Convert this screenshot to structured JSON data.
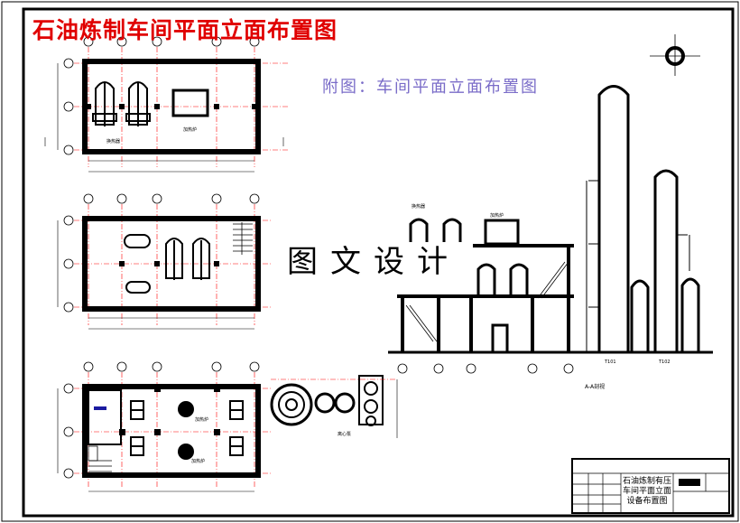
{
  "drawing": {
    "title": "石油炼制车间平面立面布置图",
    "subtitle": "附图：车间平面立面布置图",
    "watermark": "图文设计",
    "title_block_title": "石油炼制有压车间平面立面设备布置图",
    "section_label": "A-A剖视"
  },
  "colors": {
    "title": "#e00000",
    "subtitle": "#7a6cc8",
    "lines": "#000000",
    "grid": "#ff0000",
    "accent": "#1a1aa0"
  },
  "equipment_labels": {
    "plan1_left": "换热器",
    "plan1_right": "加热炉",
    "plan3_a": "加热炉",
    "plan3_b": "加热炉",
    "pumps": "离心泵",
    "elev_a": "换热器",
    "elev_b": "加热炉",
    "tower1": "T101",
    "tower2": "T102"
  }
}
